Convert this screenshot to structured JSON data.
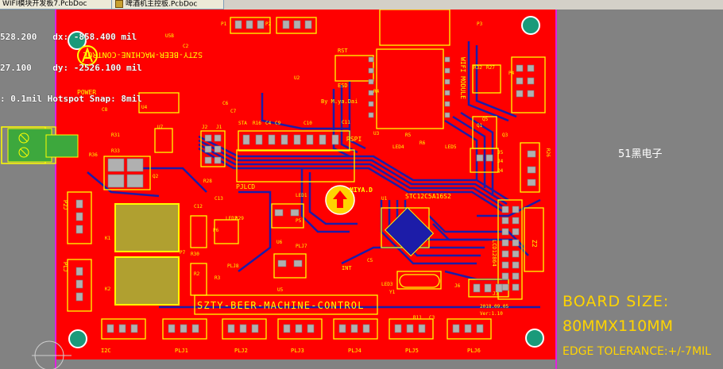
{
  "tabs": [
    {
      "label": "WIFI模块开发板7.PcbDoc"
    },
    {
      "label": "啤酒机主控板.PcbDoc"
    }
  ],
  "hud": {
    "line1": "528.200   dx: -858.400 mil",
    "line2": "27.100    dy: -2526.100 mil",
    "line3": ": 0.1mil Hotspot Snap: 8mil"
  },
  "side_label": "51黑电子",
  "board_info": {
    "size_title": "BOARD SIZE:",
    "size_value": "80MMX110MM",
    "tolerance": "EDGE TOLERANCE:+/-7MIL"
  },
  "silk": {
    "board_name": "SZTY-BEER-MACHINE-CONTROL",
    "mirrored_name": "SZTY-BEER-MACHINE-CONTROL",
    "author": "By M.ya.Dai",
    "logo_text": "MIYA.D",
    "date": "2018.09.05",
    "version": "Ver:1.10",
    "mcu": "STC12C5A16S2",
    "power": "POWER",
    "rspi": "RSPI",
    "wifi": "WIFI MODULE",
    "lcd": "LCD12864",
    "rst": "RST",
    "esd": "ESD",
    "int": "INT",
    "pjlcd": "PJLCD",
    "connectors_bottom": [
      "I2C",
      "PLJ1",
      "PLJ2",
      "PLJ3",
      "PLJ4",
      "PLJ5",
      "PLJ6"
    ],
    "refs": [
      "U5B",
      "C2",
      "U1",
      "U2",
      "U3",
      "U4",
      "U5",
      "U6",
      "U7",
      "Q1",
      "Q2",
      "Q3",
      "Q4",
      "Q5",
      "J1",
      "J2",
      "J3",
      "J4",
      "J5",
      "J6",
      "Y1",
      "K1",
      "K2",
      "R26",
      "R27",
      "R31",
      "R32",
      "R33",
      "R36",
      "R28",
      "R29",
      "R30",
      "P1",
      "P2",
      "P3",
      "P4",
      "P5",
      "P6",
      "P7",
      "PLJ7",
      "PLJ8",
      "LED1",
      "LED2",
      "LED3",
      "LED4",
      "LED5",
      "STA",
      "R11",
      "R16",
      "C3",
      "C4",
      "C5",
      "C6",
      "C7",
      "C8",
      "C9",
      "C10",
      "C11",
      "C12",
      "C13",
      "R2",
      "R3",
      "R4",
      "R5",
      "R6",
      "R7"
    ],
    "z2": "Z2",
    "p2": "P2J",
    "p1": "PLJ"
  },
  "colors": {
    "background": "#828282",
    "board": "#ff0000",
    "silkscreen": "#ffff00",
    "bottom_trace": "#1c1ca8",
    "outline": "#ff00ff",
    "pad": "#c0c0c0",
    "mount_hole": "#1a9a7a"
  }
}
